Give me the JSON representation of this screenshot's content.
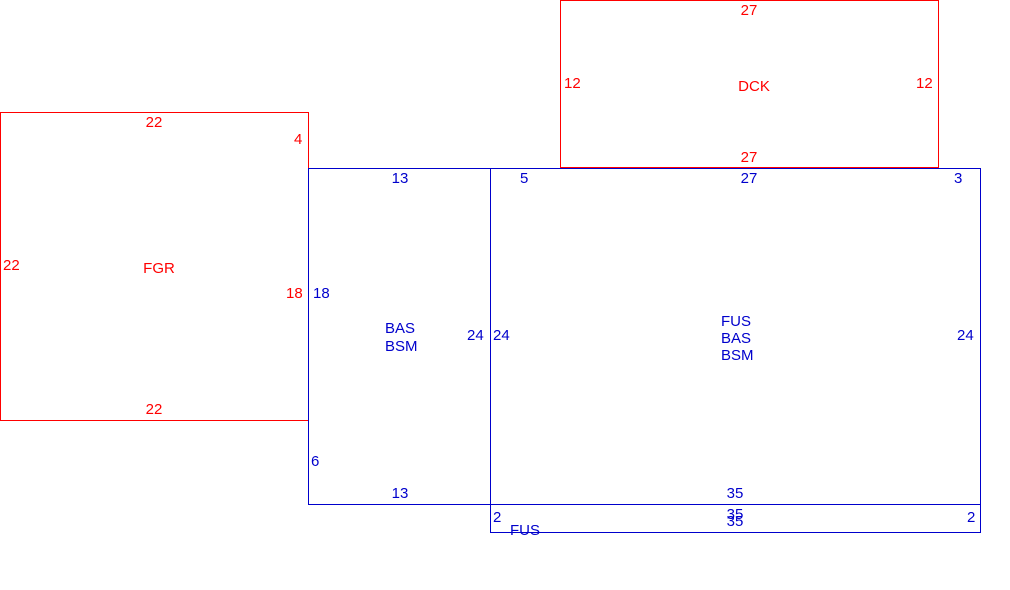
{
  "colors": {
    "red": "#ff0000",
    "blue": "#0000cc",
    "background": "#ffffff"
  },
  "sections": {
    "dck": {
      "name": "DCK",
      "dims": {
        "top": "27",
        "left": "12",
        "right": "12",
        "bottom": "27"
      }
    },
    "fgr": {
      "name": "FGR",
      "dims": {
        "top": "22",
        "left": "22",
        "right_top": "4",
        "right": "18",
        "bottom": "22"
      }
    },
    "bas_left": {
      "lines": [
        "BAS",
        "BSM"
      ],
      "dims": {
        "top": "13",
        "left": "18",
        "right": "24",
        "left_bottom": "6",
        "bottom": "13"
      }
    },
    "main": {
      "lines": [
        "FUS",
        "BAS",
        "BSM"
      ],
      "dims": {
        "top_left": "5",
        "top": "27",
        "top_right": "3",
        "left": "24",
        "right": "24",
        "bottom": "35"
      }
    },
    "fus_strip": {
      "name": "FUS",
      "dims": {
        "top": "35",
        "bottom": "35",
        "left": "2",
        "right": "2"
      }
    }
  }
}
